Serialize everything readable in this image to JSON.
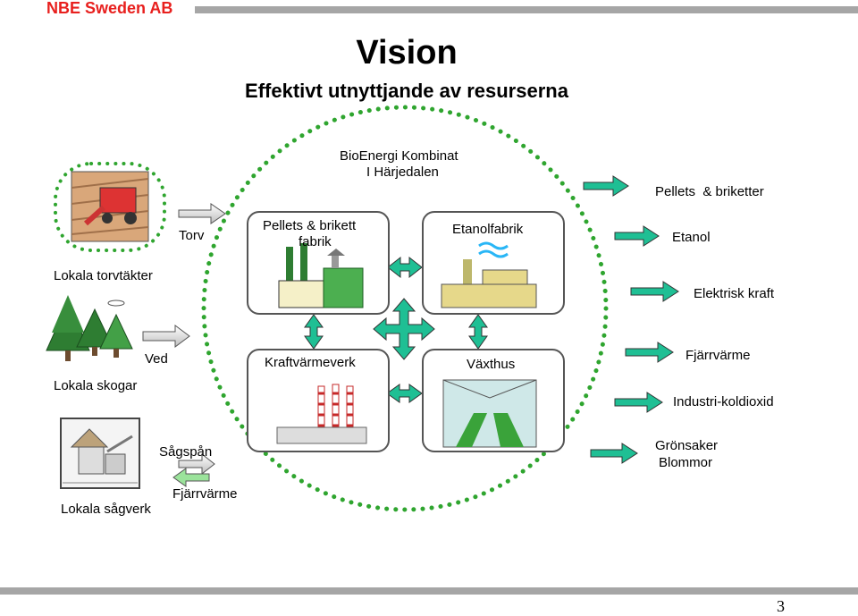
{
  "header": {
    "brand": "NBE Sweden AB"
  },
  "title": "Vision",
  "subtitle": "Effektivt utnyttjande av resurserna",
  "center": {
    "line1": "BioEnergi Kombinat",
    "line2": "I Härjedalen"
  },
  "sources": {
    "peat_area": "Lokala torvtäkter",
    "forest": "Lokala skogar",
    "sawmill": "Lokala sågverk"
  },
  "inputs": {
    "peat": "Torv",
    "wood": "Ved",
    "sawdust": "Sågspån",
    "district_heat_in": "Fjärrvärme"
  },
  "facilities": {
    "pellets_line1": "Pellets & brikett",
    "pellets_line2": "fabrik",
    "ethanol": "Etanolfabrik",
    "chp": "Kraftvärmeverk",
    "greenhouse": "Växthus"
  },
  "outputs": {
    "pellets": "Pellets  & briketter",
    "ethanol": "Etanol",
    "power": "Elektrisk kraft",
    "district_heat": "Fjärrvärme",
    "co2": "Industri-koldioxid",
    "veg_line1": "Grönsaker",
    "veg_line2": "Blommor"
  },
  "page_number": "3",
  "colors": {
    "brand": "#e8201e",
    "arrow_green": "#1fbf94",
    "dots": "#2fa52f",
    "bar": "#a6a6a6"
  }
}
